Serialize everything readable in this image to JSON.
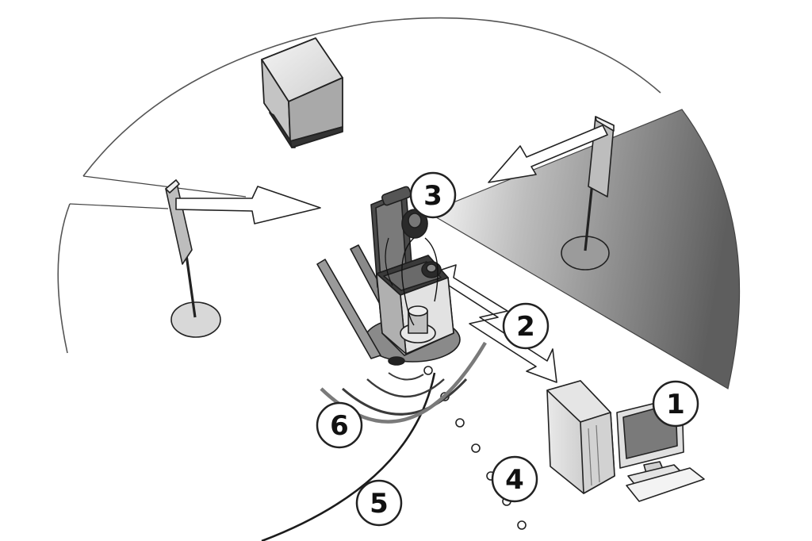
{
  "callouts": [
    {
      "id": "1",
      "label": "1"
    },
    {
      "id": "2",
      "label": "2"
    },
    {
      "id": "3",
      "label": "3"
    },
    {
      "id": "4",
      "label": "4"
    },
    {
      "id": "5",
      "label": "5"
    },
    {
      "id": "6",
      "label": "6"
    }
  ],
  "colors": {
    "line": "#2b2b2b",
    "floor": "#ffffff",
    "shade_dark": "#6e6e6e",
    "shade_light": "#f2f2f2",
    "metal": "#9a9a9a",
    "body_grey": "#b5b5b5"
  }
}
